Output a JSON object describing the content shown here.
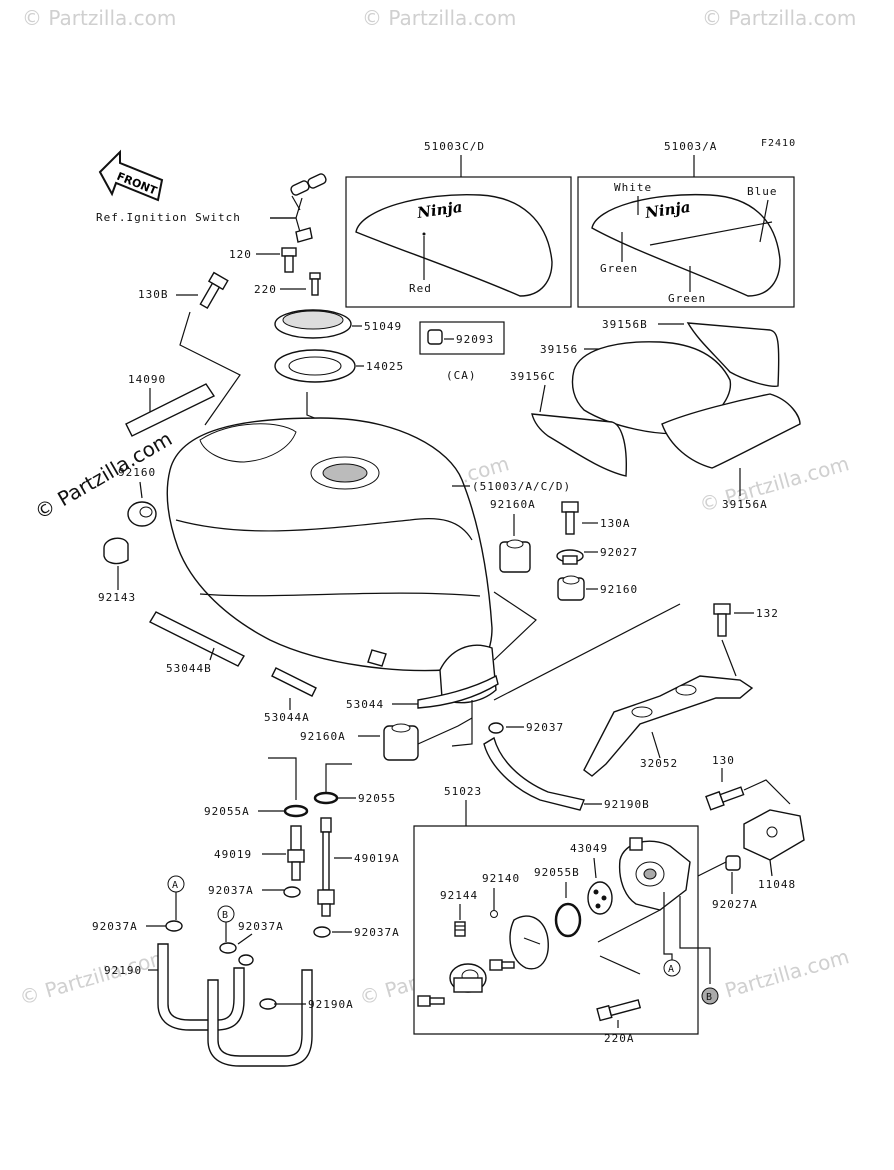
{
  "watermarks": {
    "brand": "© Partzilla.com"
  },
  "diagram": {
    "code": "F2410",
    "front_arrow": "FRONT",
    "ref_ignition": "Ref.Ignition Switch",
    "decal_variants": [
      {
        "label": "51003C/D",
        "colors": [
          "Red"
        ]
      },
      {
        "label": "51003/A",
        "colors": [
          "White",
          "Blue",
          "Green",
          "Green"
        ]
      }
    ],
    "logo_text": "Ninja",
    "cap_note": "(CA)",
    "circle_a": "A",
    "circle_b": "B",
    "parts": {
      "p120": "120",
      "p220": "220",
      "p130b": "130B",
      "p51049": "51049",
      "p14025": "14025",
      "p92093": "92093",
      "p14090": "14090",
      "p92160_left": "92160",
      "p92143": "92143",
      "p51003acd": "(51003/A/C/D)",
      "p39156b": "39156B",
      "p39156": "39156",
      "p39156c": "39156C",
      "p39156a": "39156A",
      "p92160a_top": "92160A",
      "p130a": "130A",
      "p92027": "92027",
      "p92160_right": "92160",
      "p132": "132",
      "p53044b": "53044B",
      "p53044a": "53044A",
      "p53044": "53044",
      "p92037": "92037",
      "p92160a_mid": "92160A",
      "p32052": "32052",
      "p130": "130",
      "p92190b": "92190B",
      "p92055a": "92055A",
      "p92055": "92055",
      "p51023": "51023",
      "p49019": "49019",
      "p49019a": "49019A",
      "p43049": "43049",
      "p92140": "92140",
      "p92055b": "92055B",
      "p92144": "92144",
      "p11048": "11048",
      "p92027a": "92027A",
      "p92037a_left": "92037A",
      "p92037a_mid": "92037A",
      "p92037a_upper": "92037A",
      "p92037a_right": "92037A",
      "p92190": "92190",
      "p92190a": "92190A",
      "p220a": "220A"
    }
  }
}
